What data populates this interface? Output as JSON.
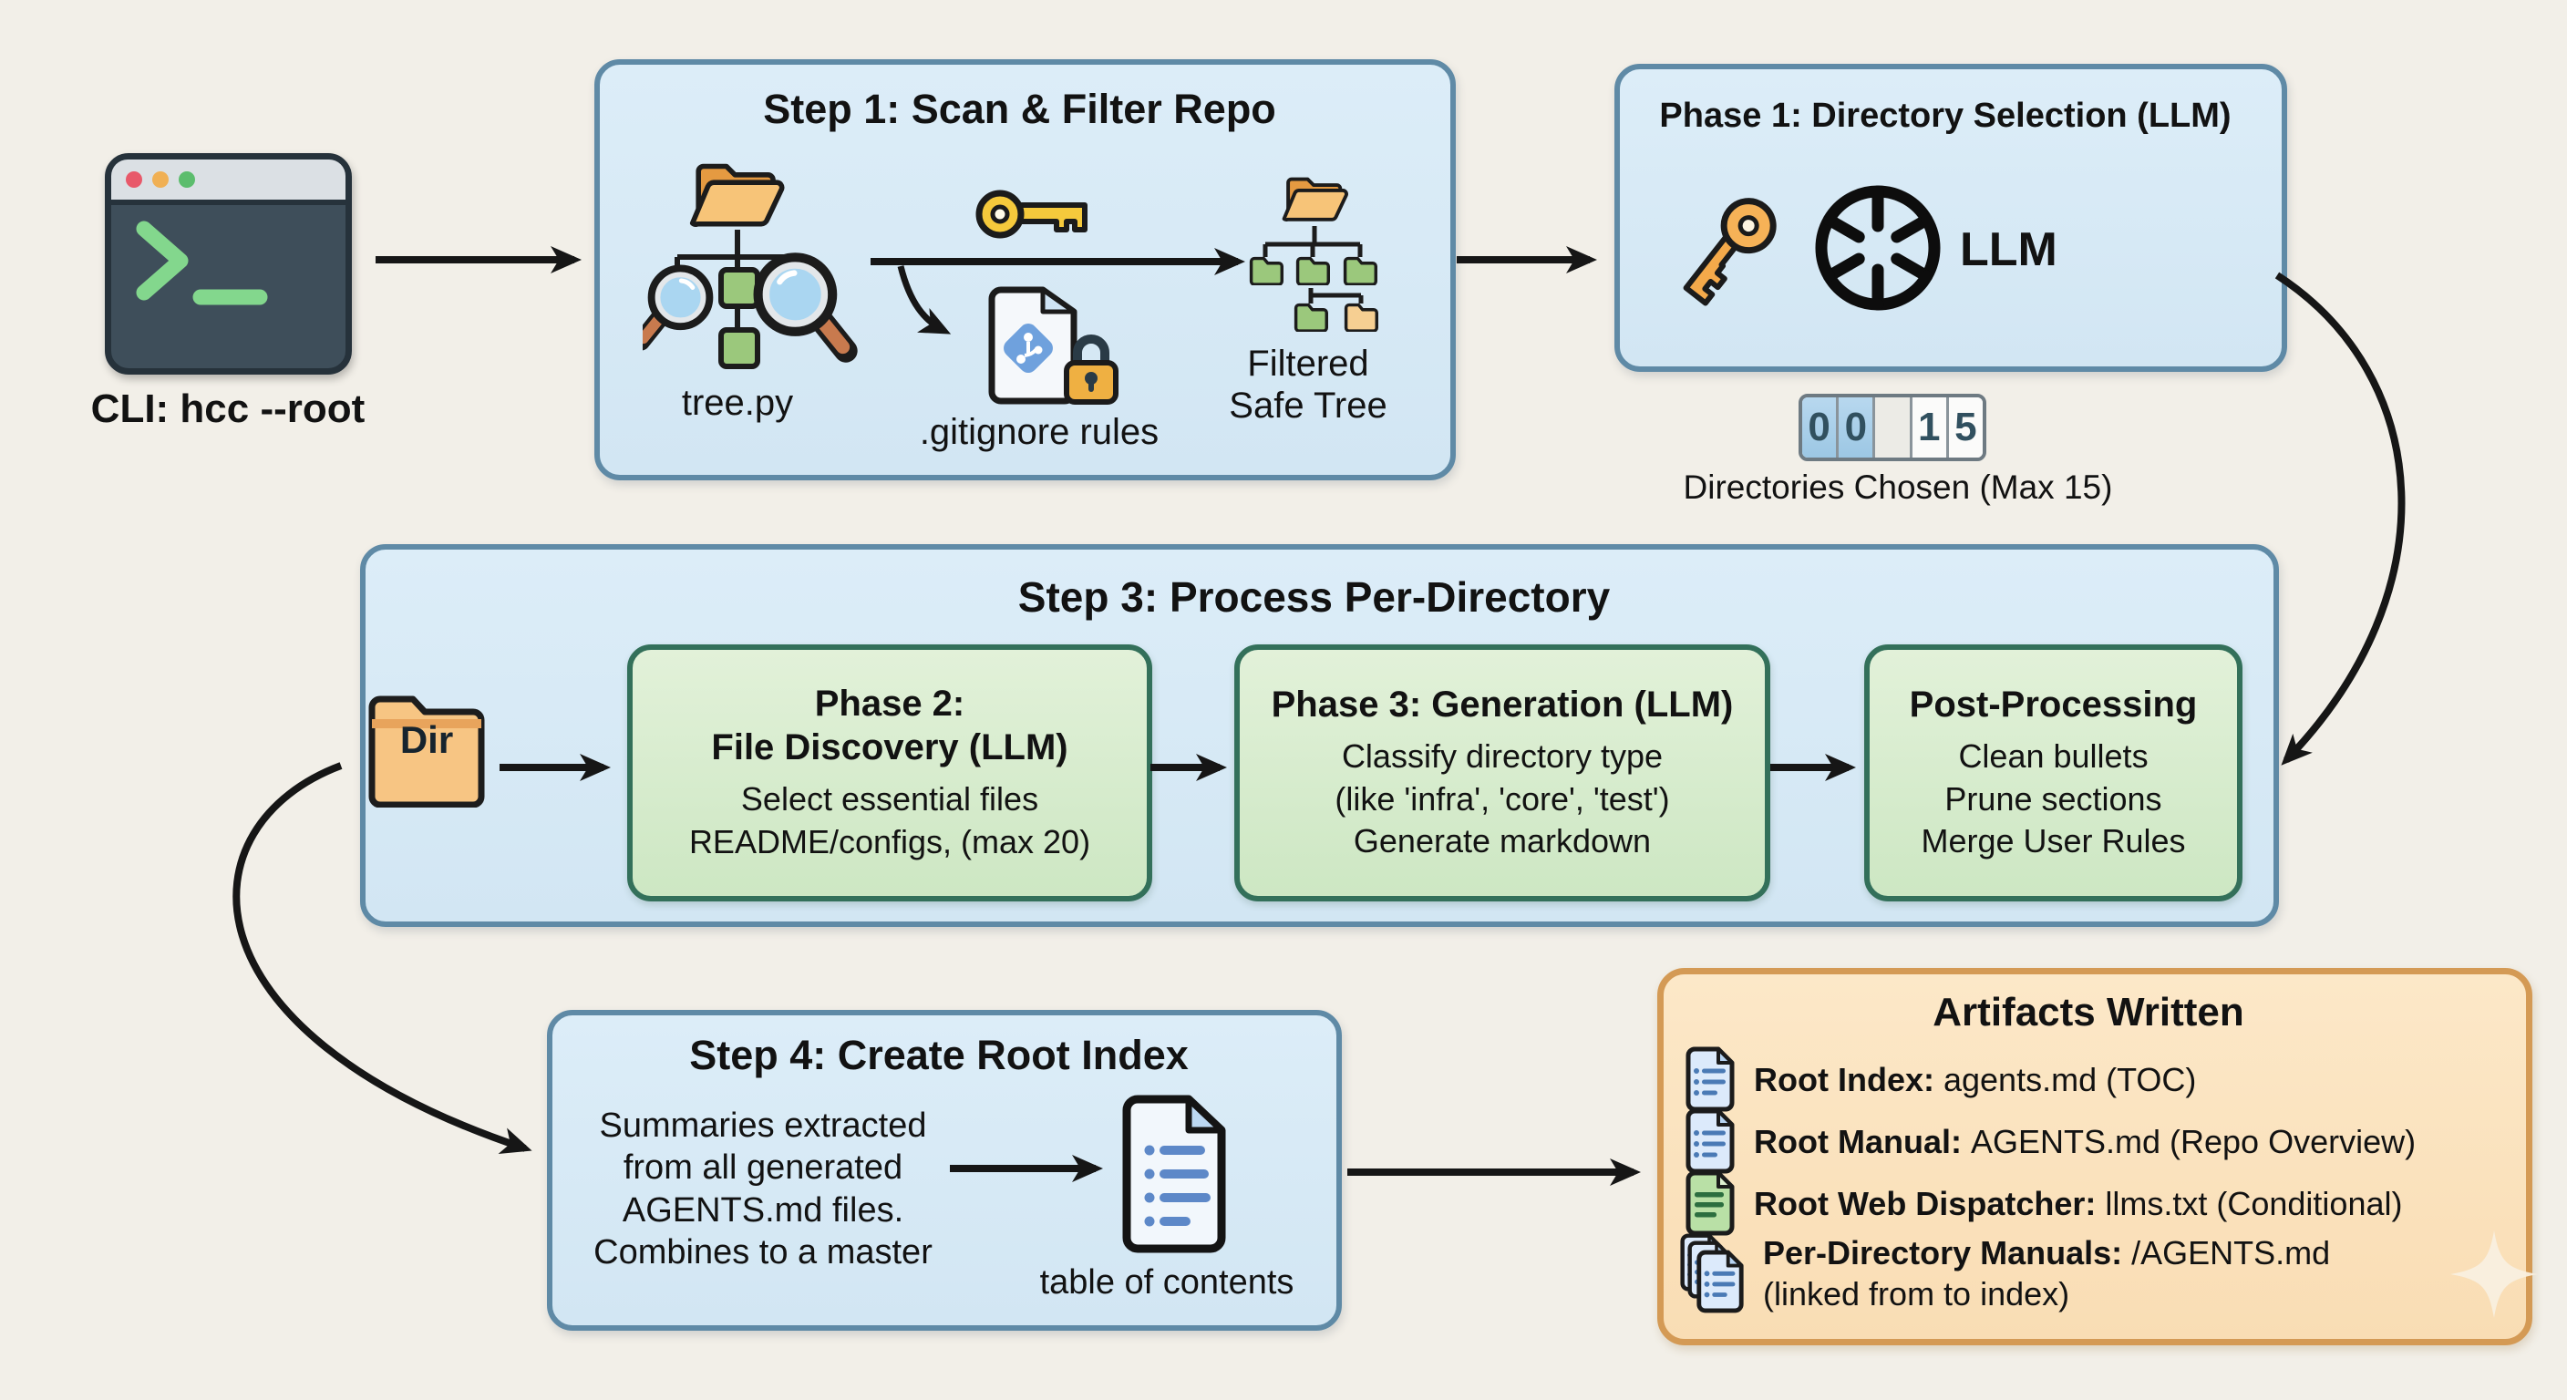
{
  "cli": {
    "caption": "CLI: hcc --root"
  },
  "step1": {
    "title": "Step 1: Scan & Filter Repo",
    "tree_caption": "tree.py",
    "gitignore_caption": ".gitignore rules",
    "filtered_caption_line1": "Filtered",
    "filtered_caption_line2": "Safe Tree"
  },
  "phase1": {
    "title": "Phase 1: Directory Selection (LLM)",
    "llm_label": "LLM",
    "counter": {
      "digits": [
        "0",
        "0",
        "",
        "1",
        "5"
      ],
      "caption": "Directories Chosen (Max 15)"
    }
  },
  "step3": {
    "title": "Step 3: Process Per-Directory",
    "dir_label": "Dir",
    "phase2": {
      "title_line1": "Phase 2:",
      "title_line2": "File Discovery (LLM)",
      "line1": "Select essential files",
      "line2": "README/configs, (max 20)"
    },
    "phase3": {
      "title": "Phase 3: Generation (LLM)",
      "line1": "Classify directory type",
      "line2": "(like 'infra', 'core', 'test')",
      "line3": "Generate markdown"
    },
    "post": {
      "title": "Post-Processing",
      "line1": "Clean bullets",
      "line2": "Prune sections",
      "line3": "Merge User Rules"
    }
  },
  "step4": {
    "title": "Step 4: Create Root Index",
    "line1": "Summaries extracted",
    "line2": "from all generated",
    "line3": "AGENTS.md files.",
    "line4": "Combines to a master",
    "doc_caption": "table of contents"
  },
  "artifacts": {
    "title": "Artifacts Written",
    "items": [
      {
        "label": "Root Index:",
        "value": "agents.md (TOC)"
      },
      {
        "label": "Root Manual:",
        "value": "AGENTS.md (Repo Overview)"
      },
      {
        "label": "Root Web Dispatcher:",
        "value": "llms.txt (Conditional)"
      },
      {
        "label": "Per-Directory Manuals:",
        "value": "/AGENTS.md",
        "value2": "(linked from to index)"
      }
    ]
  },
  "colors": {
    "background": "#f2efe8",
    "box_blue": "#d8eaf6",
    "box_blue_border": "#5f8aa6",
    "box_green": "#d9eecf",
    "box_green_border": "#33705a",
    "box_orange": "#fbe5c2",
    "box_orange_border": "#d49a55",
    "counter_active_cell": "#aacfe9",
    "arrow": "#161616",
    "terminal_body": "#3e4e5a",
    "prompt_green": "#83d78d",
    "folder_orange": "#f6c473",
    "tree_node_green": "#9bc87c"
  }
}
